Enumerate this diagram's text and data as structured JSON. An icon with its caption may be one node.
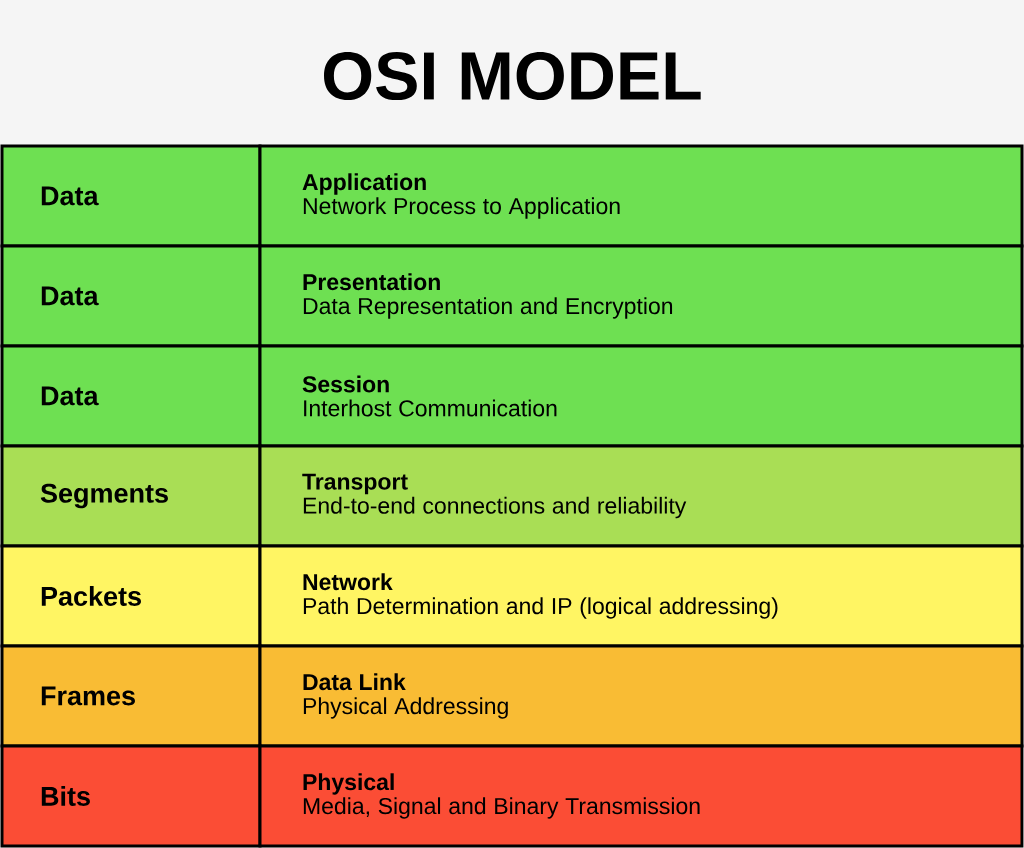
{
  "diagram": {
    "title": "OSI MODEL",
    "nodes": [
      {
        "text": [
          "Data"
        ]
      },
      {
        "text": [
          "Application",
          "Network Process to Application"
        ]
      },
      {
        "text": [
          "Data"
        ]
      },
      {
        "text": [
          "Presentation",
          "Data Representation and Encryption"
        ]
      },
      {
        "text": [
          "Data"
        ]
      },
      {
        "text": [
          "Session",
          "Interhost Communication"
        ]
      },
      {
        "text": [
          "Segments"
        ]
      },
      {
        "text": [
          "Transport",
          "End-to-end connections and reliability"
        ]
      },
      {
        "text": [
          "Packets"
        ]
      },
      {
        "text": [
          "Network",
          "Path Determination and IP (logical addressing)"
        ]
      },
      {
        "text": [
          "Frames"
        ]
      },
      {
        "text": [
          "Data Link",
          "Physical Addressing"
        ]
      },
      {
        "text": [
          "Bits"
        ]
      },
      {
        "text": [
          "Physical",
          "Media, Signal and Binary Transmission"
        ]
      }
    ]
  }
}
